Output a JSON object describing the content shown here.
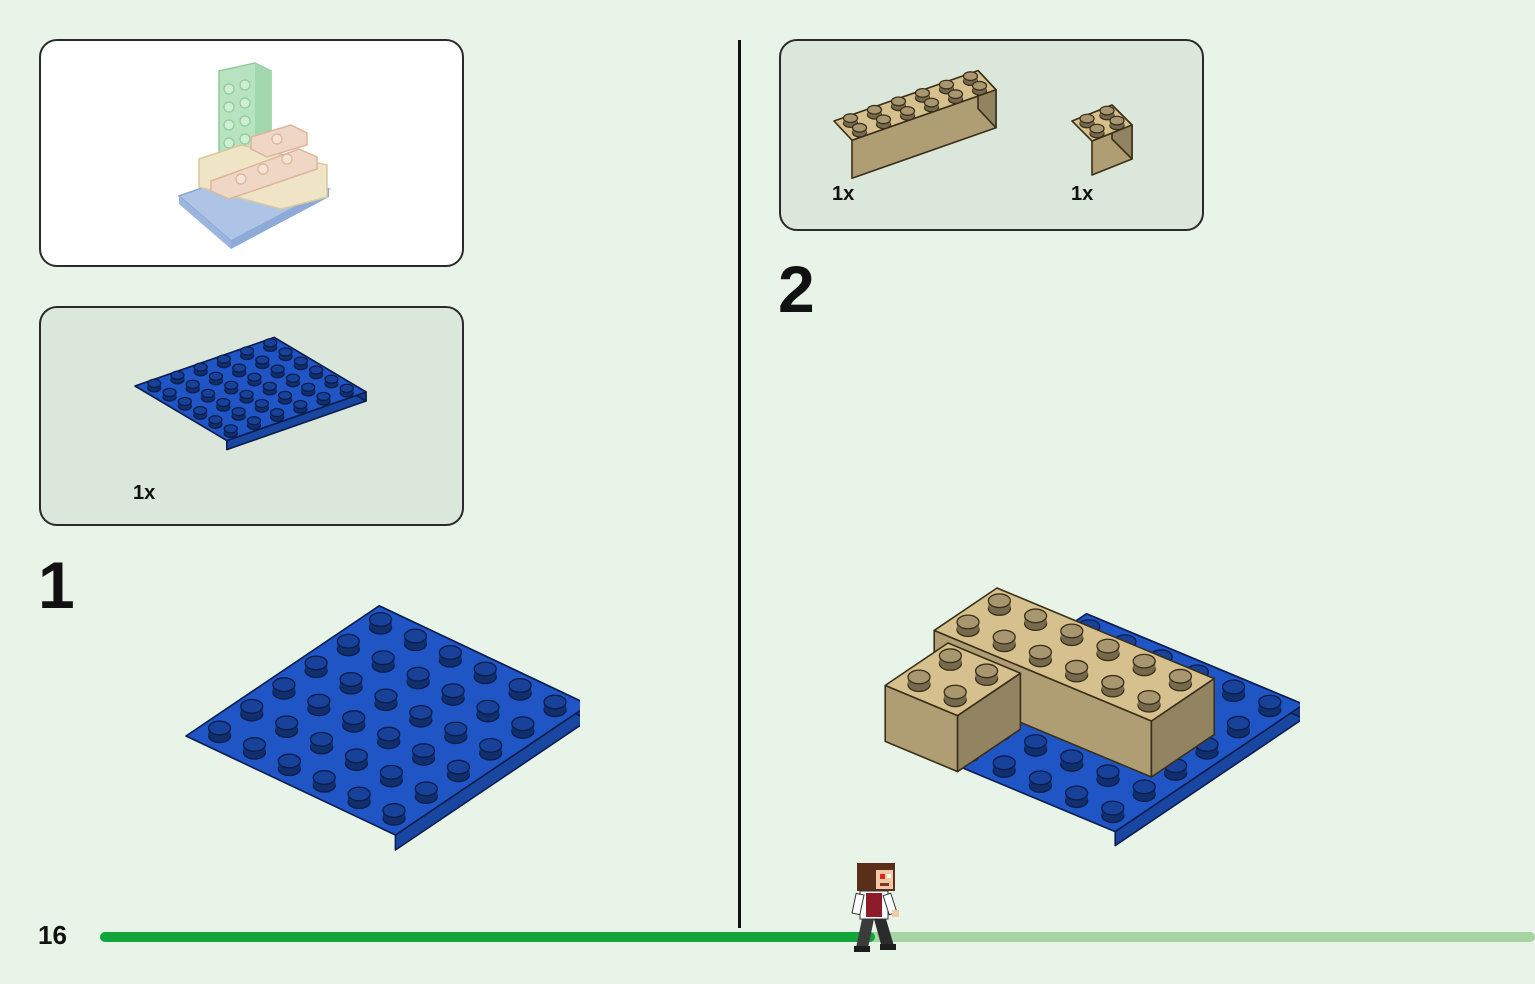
{
  "page": {
    "number": "16"
  },
  "progress": {
    "value": 0.54
  },
  "preview": {
    "label": ""
  },
  "step1": {
    "number": "1",
    "parts": [
      {
        "qty": "1x",
        "name": "blue-6x6-plate"
      }
    ]
  },
  "step2": {
    "number": "2",
    "parts": [
      {
        "qty": "1x",
        "name": "tan-2x6-brick"
      },
      {
        "qty": "1x",
        "name": "tan-2x2-brick"
      }
    ]
  },
  "colors": {
    "background": "#e9f4e9",
    "parts_panel": "#dbe7da",
    "preview_panel": "#ffffff",
    "blue": "#1f55c4",
    "blue_dark": "#0e2f82",
    "tan": "#d6c08e",
    "progress_done": "#12a53b",
    "progress_todo": "#a6d4a2"
  }
}
